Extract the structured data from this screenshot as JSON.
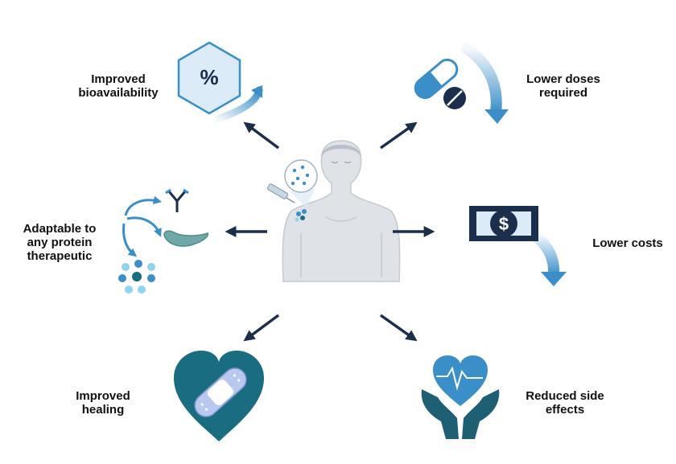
{
  "benefits": {
    "bioavailability": "Improved\nbioavailability",
    "lower_doses": "Lower doses\nrequired",
    "adaptable": "Adaptable to\nany protein\ntherapeutic",
    "lower_costs": "Lower costs",
    "healing": "Improved\nhealing",
    "side_effects": "Reduced side\neffects"
  },
  "symbols": {
    "percent": "%",
    "dollar": "$"
  },
  "colors": {
    "navy": "#1b2e4b",
    "teal": "#1a6d80",
    "blue": "#3a8fc9",
    "light_blue": "#8fd3ee",
    "pale_blue": "#dcebf8",
    "body_gray": "#dfe3e8"
  }
}
